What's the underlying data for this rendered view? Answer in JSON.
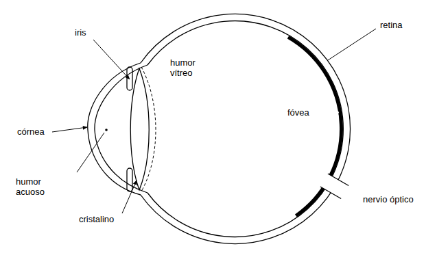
{
  "diagram": {
    "labels": [
      "iris",
      "humor vítreo",
      "retina",
      "fóvea",
      "córnea",
      "humor acuoso",
      "cristalino",
      "nervio óptico"
    ]
  }
}
